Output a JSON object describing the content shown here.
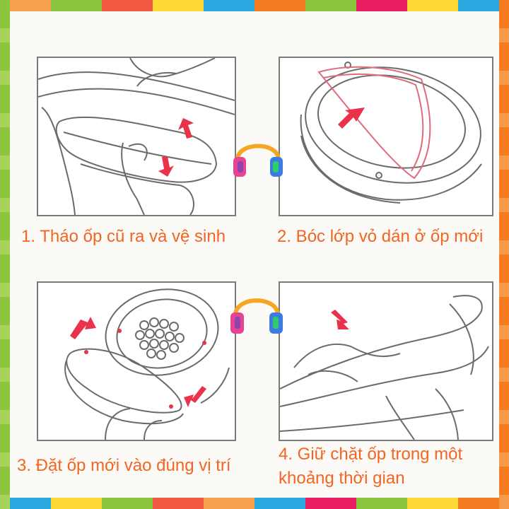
{
  "steps": [
    {
      "number": 1,
      "caption": "1. Tháo ốp cũ ra và vệ sinh"
    },
    {
      "number": 2,
      "caption": "2. Bóc lớp vỏ dán ở ốp mới"
    },
    {
      "number": 3,
      "caption": "3. Đặt ốp mới vào đúng vị trí"
    },
    {
      "number": 4,
      "caption_line1": "4. Giữ chặt ốp trong một",
      "caption_line2": "khoảng thời gian"
    }
  ],
  "colors": {
    "caption": "#f26522",
    "arrow": "#e8334a",
    "line": "#6b6b6b",
    "border_left": "#8cc63f",
    "border_right": "#f47b20"
  },
  "icons": [
    "headphones-logo",
    "arrow-icon"
  ]
}
